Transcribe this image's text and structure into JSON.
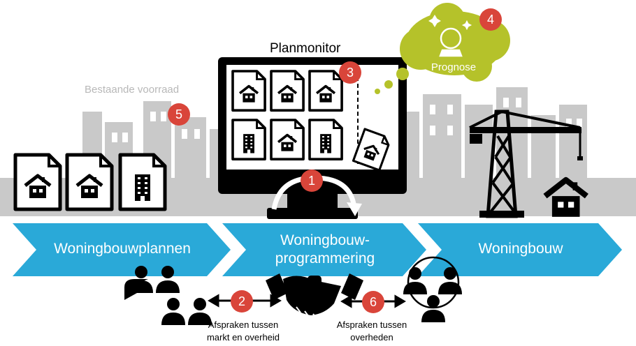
{
  "labels": {
    "planmonitor": "Planmonitor",
    "bestaande_voorraad": "Bestaande voorraad",
    "prognose": "Prognose",
    "stage_1": "Woningbouwplannen",
    "stage_2_line1": "Woningbouw-",
    "stage_2_line2": "programmering",
    "stage_3": "Woningbouw",
    "afspraken_markt_line1": "Afspraken tussen",
    "afspraken_markt_line2": "markt en overheid",
    "afspraken_overheden_line1": "Afspraken tussen",
    "afspraken_overheden_line2": "overheden"
  },
  "badges": {
    "b1": "1",
    "b2": "2",
    "b3": "3",
    "b4": "4",
    "b5": "5",
    "b6": "6"
  },
  "colors": {
    "arrow_blue": "#2aa9d8",
    "city_gray": "#c8c8c8",
    "cloud_green": "#b5c22a",
    "badge_red": "#d9453a",
    "ink": "#000000"
  },
  "icons": [
    "house-document-icon",
    "apartment-document-icon",
    "crane-icon",
    "house-icon",
    "people-icon",
    "handshake-icon",
    "crystal-ball-icon",
    "refresh-arrow-icon"
  ]
}
